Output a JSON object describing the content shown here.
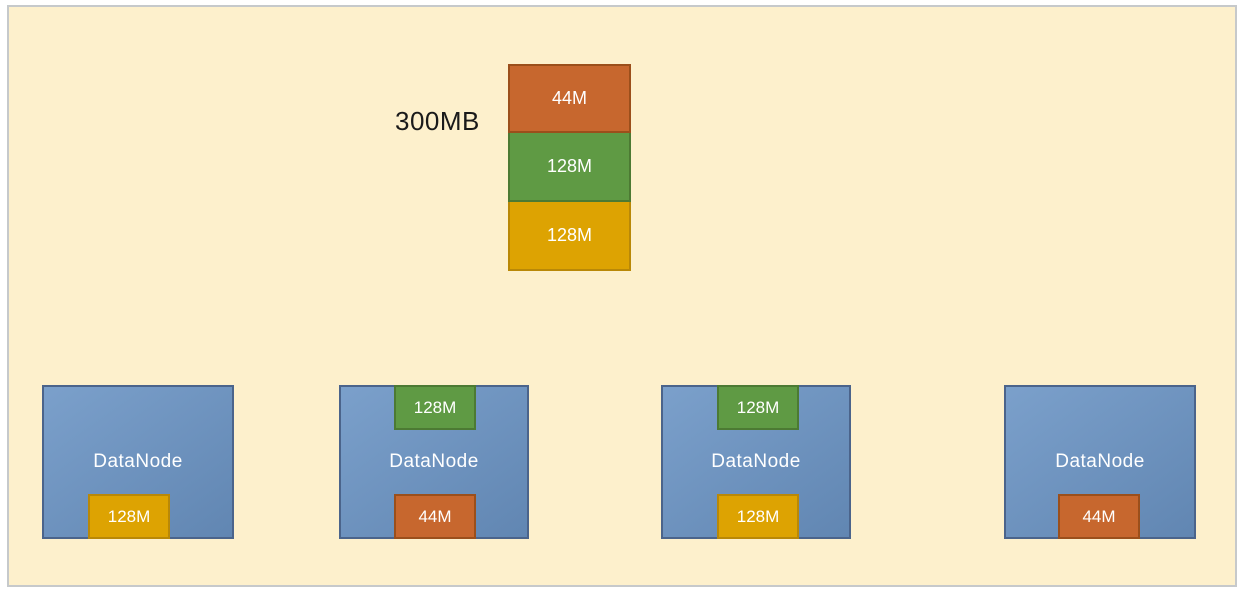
{
  "colors": {
    "panel_bg": "#FDF0CC",
    "panel_border": "#C6C9CB",
    "orange_fill": "#C7672E",
    "orange_border": "#9B4F1B",
    "green_fill": "#5F9A44",
    "green_border": "#4C7A33",
    "yellow_fill": "#DDA302",
    "yellow_border": "#B98807",
    "node_fill_light": "#7BA0CB",
    "node_fill_dark": "#6186B2",
    "node_border": "#4B648B"
  },
  "file_stack": {
    "label": "300MB",
    "blocks": [
      {
        "size": "44M",
        "color": "orange"
      },
      {
        "size": "128M",
        "color": "green"
      },
      {
        "size": "128M",
        "color": "yellow"
      }
    ]
  },
  "datanodes": [
    {
      "label": "DataNode",
      "top_block": null,
      "bottom_block": {
        "size": "128M",
        "color": "yellow"
      }
    },
    {
      "label": "DataNode",
      "top_block": {
        "size": "128M",
        "color": "green"
      },
      "bottom_block": {
        "size": "44M",
        "color": "orange"
      }
    },
    {
      "label": "DataNode",
      "top_block": {
        "size": "128M",
        "color": "green"
      },
      "bottom_block": {
        "size": "128M",
        "color": "yellow"
      }
    },
    {
      "label": "DataNode",
      "top_block": null,
      "bottom_block": {
        "size": "44M",
        "color": "orange"
      }
    }
  ]
}
